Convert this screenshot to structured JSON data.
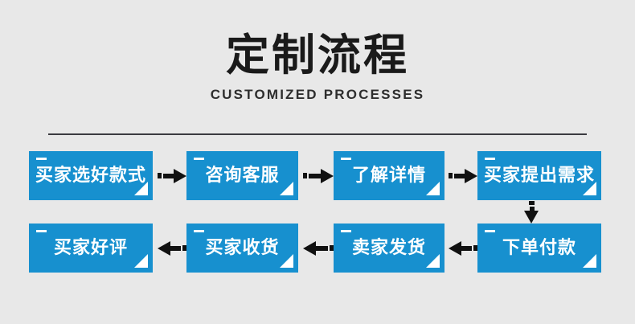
{
  "header": {
    "title_cn": "定制流程",
    "title_en": "CUSTOMIZED PROCESSES"
  },
  "colors": {
    "background": "#e8e8e8",
    "box_blue": "#1790cf",
    "text_dark": "#1a1a1a",
    "arrow_black": "#111111",
    "divider": "#3a3a40"
  },
  "flow": {
    "row1": [
      {
        "label": "买家选好款式"
      },
      {
        "label": "咨询客服"
      },
      {
        "label": "了解详情"
      },
      {
        "label": "买家提出需求"
      }
    ],
    "row2": [
      {
        "label": "买家好评"
      },
      {
        "label": "买家收货"
      },
      {
        "label": "卖家发货"
      },
      {
        "label": "下单付款"
      }
    ]
  }
}
